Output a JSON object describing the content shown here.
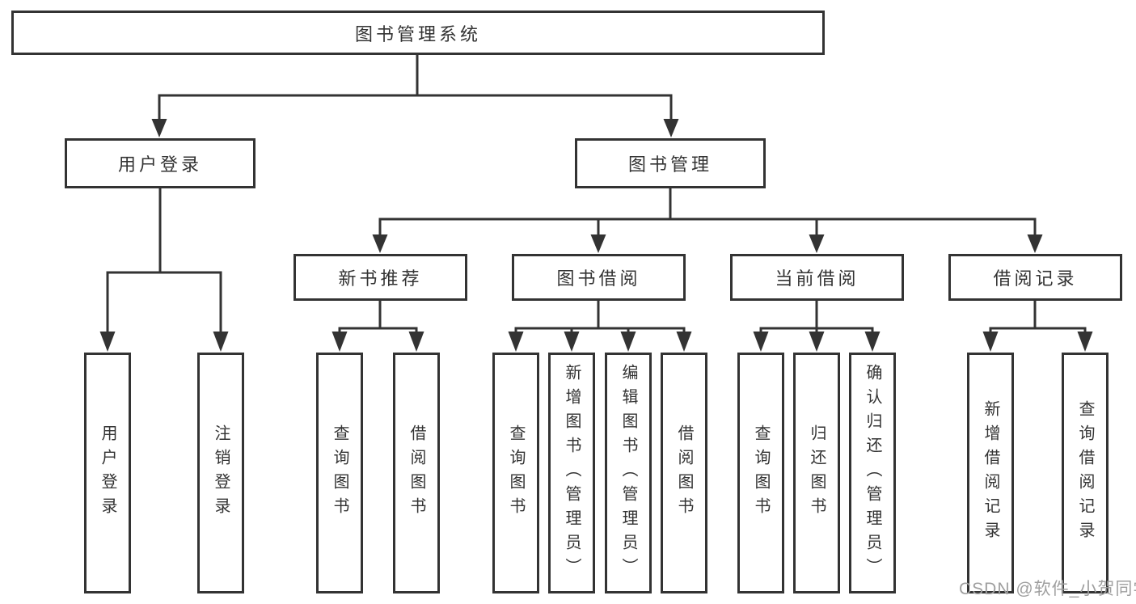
{
  "diagram_title": "图书管理系统",
  "tree": {
    "label": "图书管理系统",
    "children": [
      {
        "label": "用户登录",
        "children": [
          {
            "label": "用户登录"
          },
          {
            "label": "注销登录"
          }
        ]
      },
      {
        "label": "图书管理",
        "children": [
          {
            "label": "新书推荐",
            "children": [
              {
                "label": "查询图书"
              },
              {
                "label": "借阅图书"
              }
            ]
          },
          {
            "label": "图书借阅",
            "children": [
              {
                "label": "查询图书"
              },
              {
                "label": "新增图书（管理员）"
              },
              {
                "label": "编辑图书（管理员）"
              },
              {
                "label": "借阅图书"
              }
            ]
          },
          {
            "label": "当前借阅",
            "children": [
              {
                "label": "查询图书"
              },
              {
                "label": "归还图书"
              },
              {
                "label": "确认归还（管理员）"
              }
            ]
          },
          {
            "label": "借阅记录",
            "children": [
              {
                "label": "新增借阅记录"
              },
              {
                "label": "查询借阅记录"
              }
            ]
          }
        ]
      }
    ]
  },
  "watermark": {
    "text": "CSDN @软件_小贺同学"
  },
  "colors": {
    "line": "#333333",
    "box_fill": "#ffffff",
    "text": "#333333",
    "background": "#ffffff",
    "watermark": "#9f9f9f"
  }
}
